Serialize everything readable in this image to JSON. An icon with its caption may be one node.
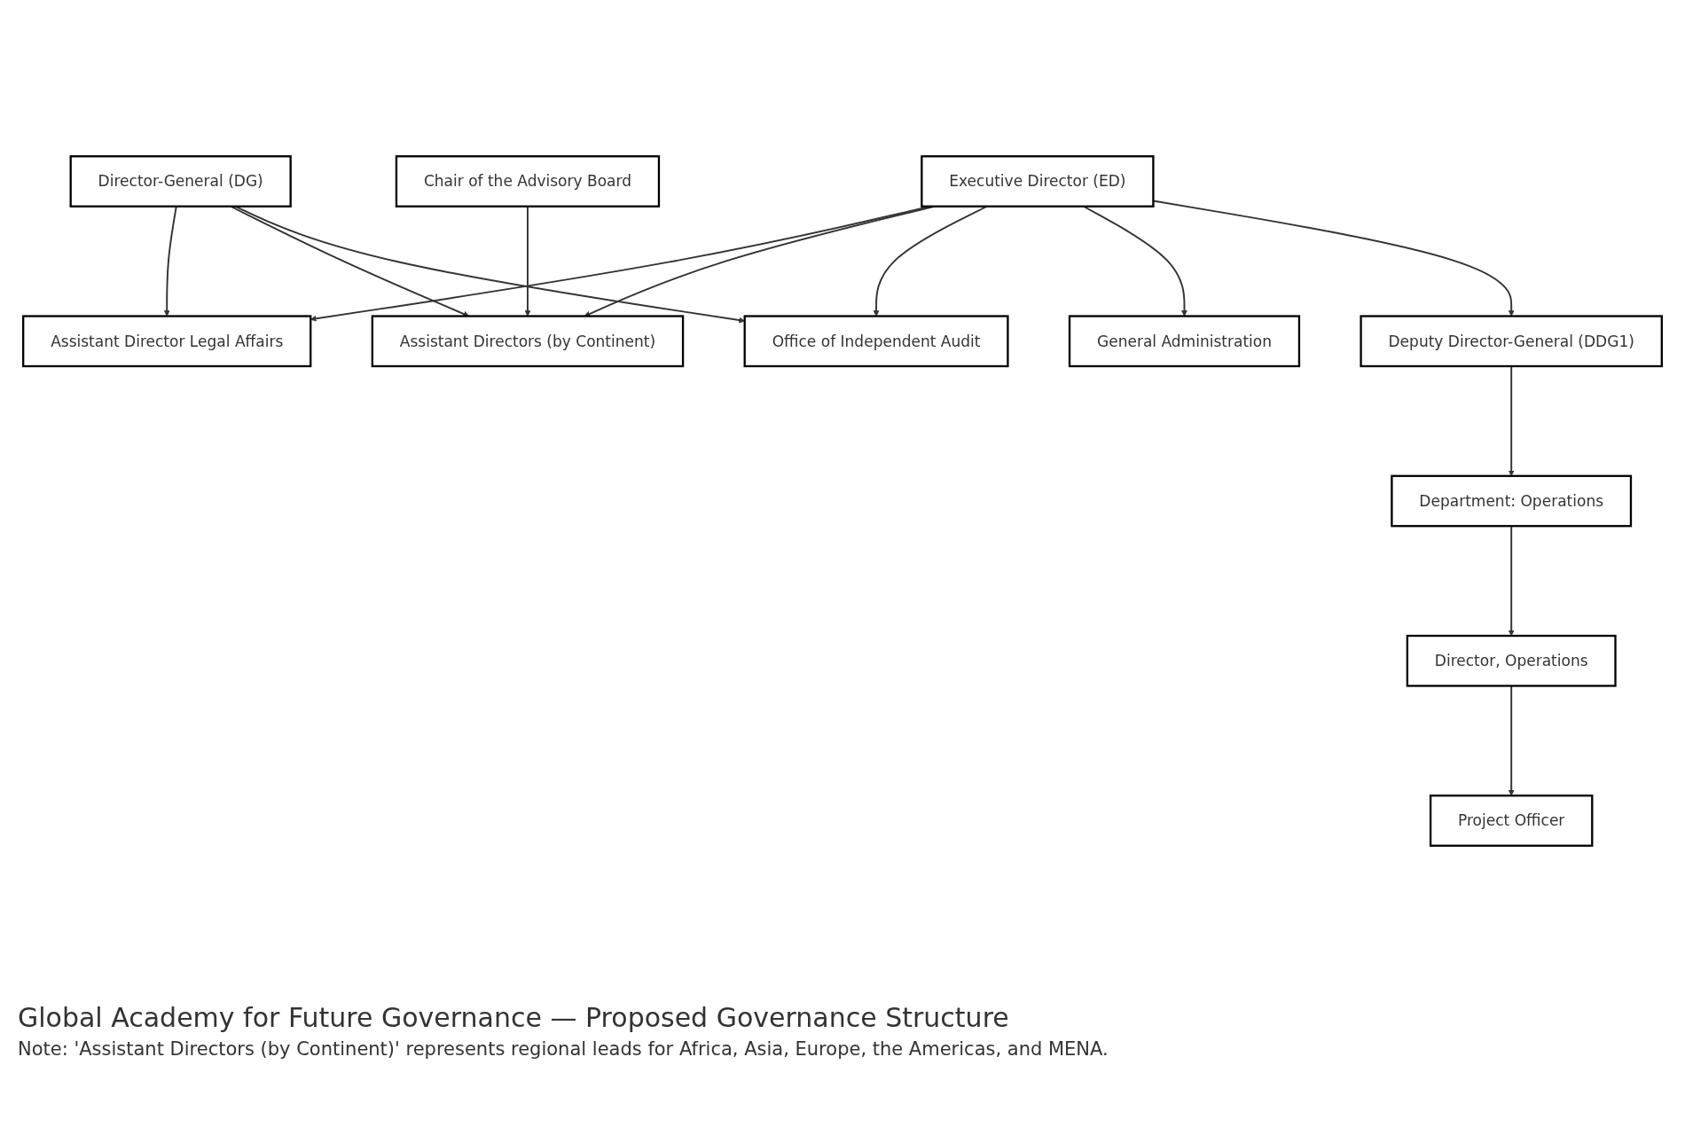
{
  "diagram": {
    "title": "Global Academy for Future Governance — Proposed Governance Structure",
    "caption": "Note: 'Assistant Directors (by Continent)' represents regional leads for Africa, Asia, Europe, the Americas, and MENA.",
    "nodes": [
      {
        "text": [
          "Director-General (DG)"
        ]
      },
      {
        "text": [
          "Executive Director (ED)"
        ]
      },
      {
        "text": [
          "Chair of the Advisory Board"
        ]
      },
      {
        "text": [
          "Assistant Director Legal Affairs"
        ]
      },
      {
        "text": [
          "Assistant Directors (by Continent)"
        ]
      },
      {
        "text": [
          "Office of Independent Audit"
        ]
      },
      {
        "text": [
          "General Administration"
        ]
      },
      {
        "text": [
          "Deputy Director-General (DDG1)"
        ]
      },
      {
        "text": [
          "Department: Operations"
        ]
      },
      {
        "text": [
          "Director, Operations"
        ]
      },
      {
        "text": [
          "Project Officer"
        ]
      }
    ],
    "edges": [
      {
        "from": 0,
        "to": 3,
        "arrow": "to"
      },
      {
        "from": 0,
        "to": 4,
        "arrow": "to"
      },
      {
        "from": 0,
        "to": 5,
        "arrow": "to"
      },
      {
        "from": 1,
        "to": 3,
        "arrow": "to"
      },
      {
        "from": 1,
        "to": 4,
        "arrow": "to"
      },
      {
        "from": 1,
        "to": 5,
        "arrow": "to"
      },
      {
        "from": 1,
        "to": 6,
        "arrow": "to"
      },
      {
        "from": 1,
        "to": 7,
        "arrow": "to"
      },
      {
        "from": 2,
        "to": 4,
        "arrow": "to"
      },
      {
        "from": 7,
        "to": 8,
        "arrow": "to"
      },
      {
        "from": 8,
        "to": 9,
        "arrow": "to"
      },
      {
        "from": 9,
        "to": 10,
        "arrow": "to"
      }
    ]
  }
}
